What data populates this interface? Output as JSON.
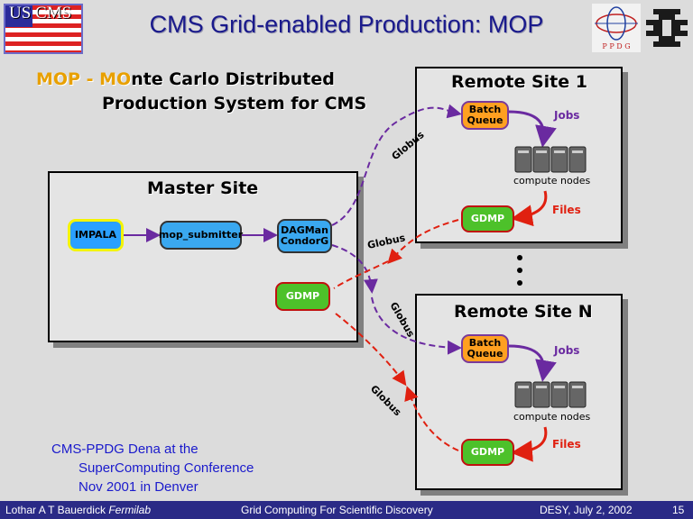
{
  "slide": {
    "title": "CMS Grid-enabled Production: MOP",
    "logo_left_text": "US CMS",
    "logo_ppdg_text": "P P D G",
    "subtitle": {
      "acronym": "MOP",
      "dash": "-",
      "line1_prefix": "MO",
      "line1_rest": "nte Carlo Distributed",
      "line2": "Production System for CMS"
    }
  },
  "diagram": {
    "master_site": {
      "title": "Master Site",
      "nodes": {
        "impala": "IMPALA",
        "mop_submitter": "mop_submitter",
        "dagman_line1": "DAGMan",
        "dagman_line2": "CondorG",
        "gdmp": "GDMP"
      }
    },
    "remote_site_1": {
      "title": "Remote Site 1",
      "batch_line1": "Batch",
      "batch_line2": "Queue",
      "jobs": "Jobs",
      "compute_nodes": "compute nodes",
      "gdmp": "GDMP",
      "files": "Files"
    },
    "remote_site_n": {
      "title": "Remote Site N",
      "batch_line1": "Batch",
      "batch_line2": "Queue",
      "jobs": "Jobs",
      "compute_nodes": "compute nodes",
      "gdmp": "GDMP",
      "files": "Files"
    },
    "globus_labels": [
      "Globus",
      "Globus",
      "Globus",
      "Globus"
    ]
  },
  "credit": {
    "line1": "CMS-PPDG Dena at the",
    "line2": "SuperComputing Conference",
    "line3": "Nov 2001 in Denver"
  },
  "footer": {
    "author": "Lothar A T Bauerdick",
    "affiliation": "Fermilab",
    "center": "Grid Computing For Scientific Discovery",
    "date": "DESY, July 2, 2002",
    "page": "15"
  },
  "colors": {
    "title": "#1a1a8c",
    "footer_bg": "#2a2a86",
    "purple_arrow": "#6a2aa0",
    "red_arrow": "#e02010",
    "credit_text": "#1a1acc"
  }
}
